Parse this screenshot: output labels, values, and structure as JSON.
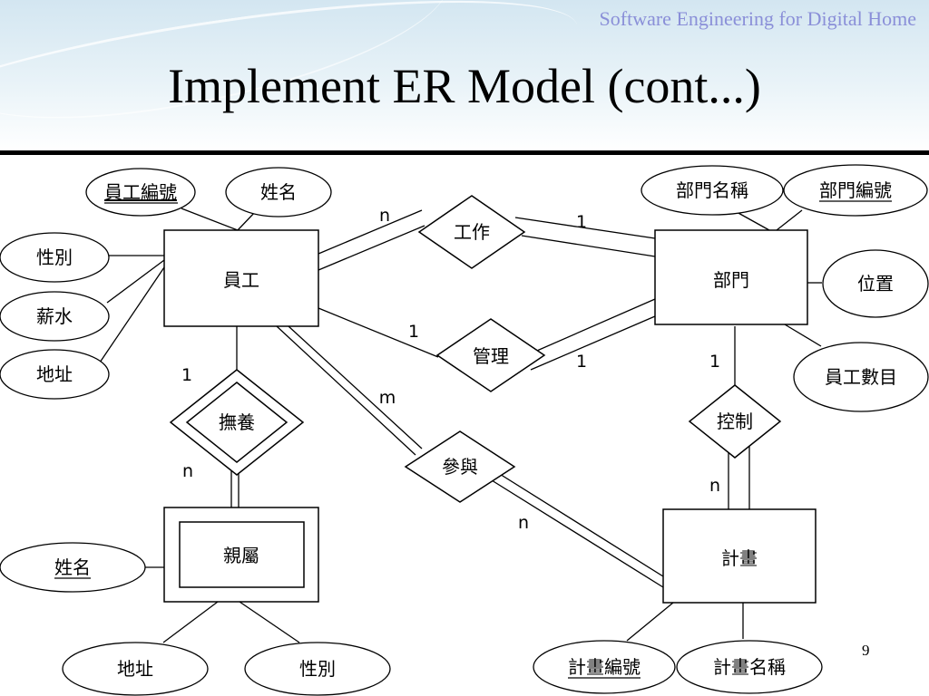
{
  "header": {
    "course": "Software Engineering for Digital Home",
    "title": "Implement ER Model (cont...)"
  },
  "page_number": "9",
  "diagram": {
    "entities": {
      "employee": "員工",
      "department": "部門",
      "dependent": "親屬",
      "project": "計畫"
    },
    "relationships": {
      "works": "工作",
      "manages": "管理",
      "supports": "撫養",
      "participates": "參與",
      "controls": "控制"
    },
    "attributes": {
      "emp_id": "員工編號",
      "emp_name": "姓名",
      "emp_sex": "性別",
      "emp_salary": "薪水",
      "emp_address": "地址",
      "dept_name": "部門名稱",
      "dept_id": "部門編號",
      "dept_location": "位置",
      "dept_emp_count": "員工數目",
      "dep_name": "姓名",
      "dep_address": "地址",
      "dep_sex": "性別",
      "proj_id": "計畫編號",
      "proj_name": "計畫名稱"
    },
    "cardinalities": {
      "works_emp": "n",
      "works_dept": "1",
      "manages_emp": "1",
      "manages_dept": "1",
      "supports_emp": "1",
      "supports_dep": "n",
      "participates_emp": "m",
      "participates_proj": "n",
      "controls_dept": "1",
      "controls_proj": "n"
    }
  }
}
